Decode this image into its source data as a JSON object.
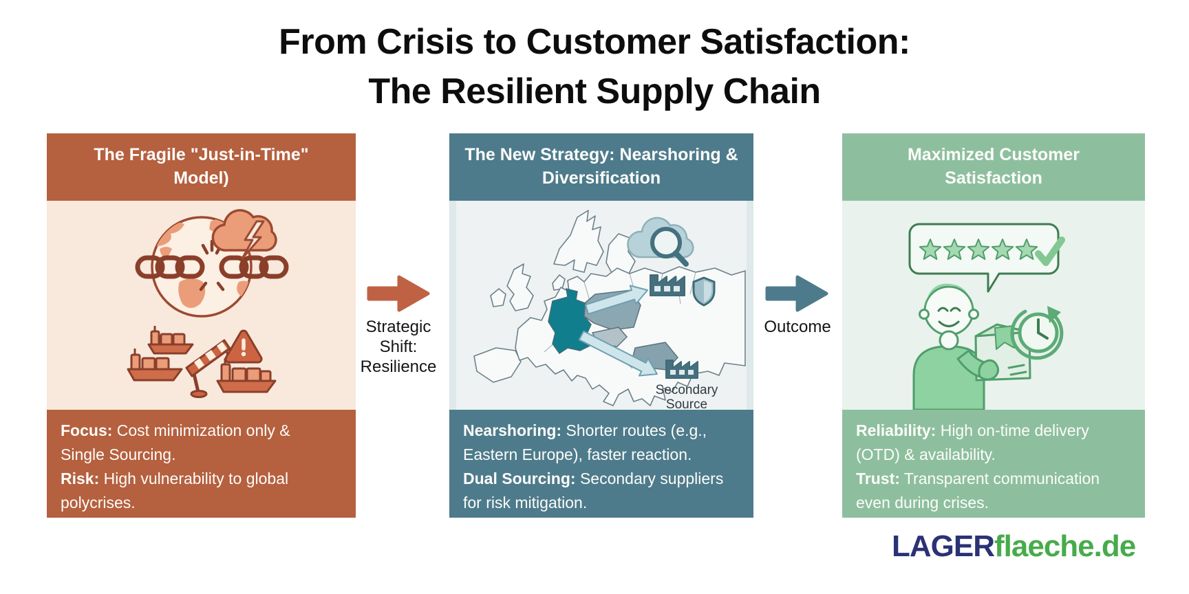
{
  "title": {
    "line1": "From Crisis to Customer Satisfaction:",
    "line2": "The Resilient Supply Chain"
  },
  "panels": {
    "fragile": {
      "header_lines": [
        "The Fragile \"Just-in-Time\"",
        "Model)"
      ],
      "body": [
        {
          "bold": "Focus:",
          "text": " Cost minimization only &"
        },
        {
          "bold": "",
          "text": "Single Sourcing."
        },
        {
          "bold": "Risk:",
          "text": " High vulnerability to global"
        },
        {
          "bold": "",
          "text": "polycrises."
        }
      ],
      "colors": {
        "accent": "#b5603f",
        "bg": "#f8e9dc",
        "line": "#8a3f2a"
      },
      "icons": [
        "globe-icon",
        "broken-chain-icon",
        "storm-cloud-icon",
        "lightning-icon",
        "cargo-ship-icon",
        "roadblock-icon",
        "warning-triangle-icon"
      ]
    },
    "strategy": {
      "header_lines": [
        "The New Strategy: Nearshoring &",
        "Diversification"
      ],
      "map_label": "Secondary Source",
      "body": [
        {
          "bold": "Nearshoring:",
          "text": " Shorter routes (e.g.,"
        },
        {
          "bold": "",
          "text": "Eastern Europe), faster reaction."
        },
        {
          "bold": "Dual Sourcing:",
          "text": " Secondary suppliers"
        },
        {
          "bold": "",
          "text": "for risk mitigation."
        }
      ],
      "colors": {
        "accent": "#4d7b8b",
        "bg": "#e9eef0",
        "highlight": "#117e8e"
      },
      "icons": [
        "europe-map",
        "cloud-search-icon",
        "factory-icon",
        "shield-icon",
        "secondary-factory-icon",
        "nearshoring-arrow",
        "dual-sourcing-arrow"
      ]
    },
    "outcome": {
      "header_lines": [
        "Maximized Customer",
        "Satisfaction"
      ],
      "rating_stars": 5,
      "body": [
        {
          "bold": "Reliability:",
          "text": " High on-time delivery"
        },
        {
          "bold": "",
          "text": "(OTD) & availability."
        },
        {
          "bold": "Trust:",
          "text": " Transparent communication"
        },
        {
          "bold": "",
          "text": "even during crises."
        }
      ],
      "colors": {
        "accent": "#8dbf9e",
        "bg": "#e9f2ec",
        "line": "#4f9e6b"
      },
      "icons": [
        "review-bubble-icon",
        "star-icon",
        "checkmark-icon",
        "customer-icon",
        "package-icon",
        "on-time-clock-icon"
      ]
    }
  },
  "arrows": {
    "shift": {
      "lines": [
        "Strategic",
        "Shift:",
        "Resilience"
      ],
      "color": "#bf6244"
    },
    "outcome": {
      "lines": [
        "Outcome"
      ],
      "color": "#4d7b8b"
    }
  },
  "logo": {
    "part1": "LAGER",
    "part2": "flaeche.de",
    "color1": "#2b3274",
    "color2": "#47ab4b"
  }
}
